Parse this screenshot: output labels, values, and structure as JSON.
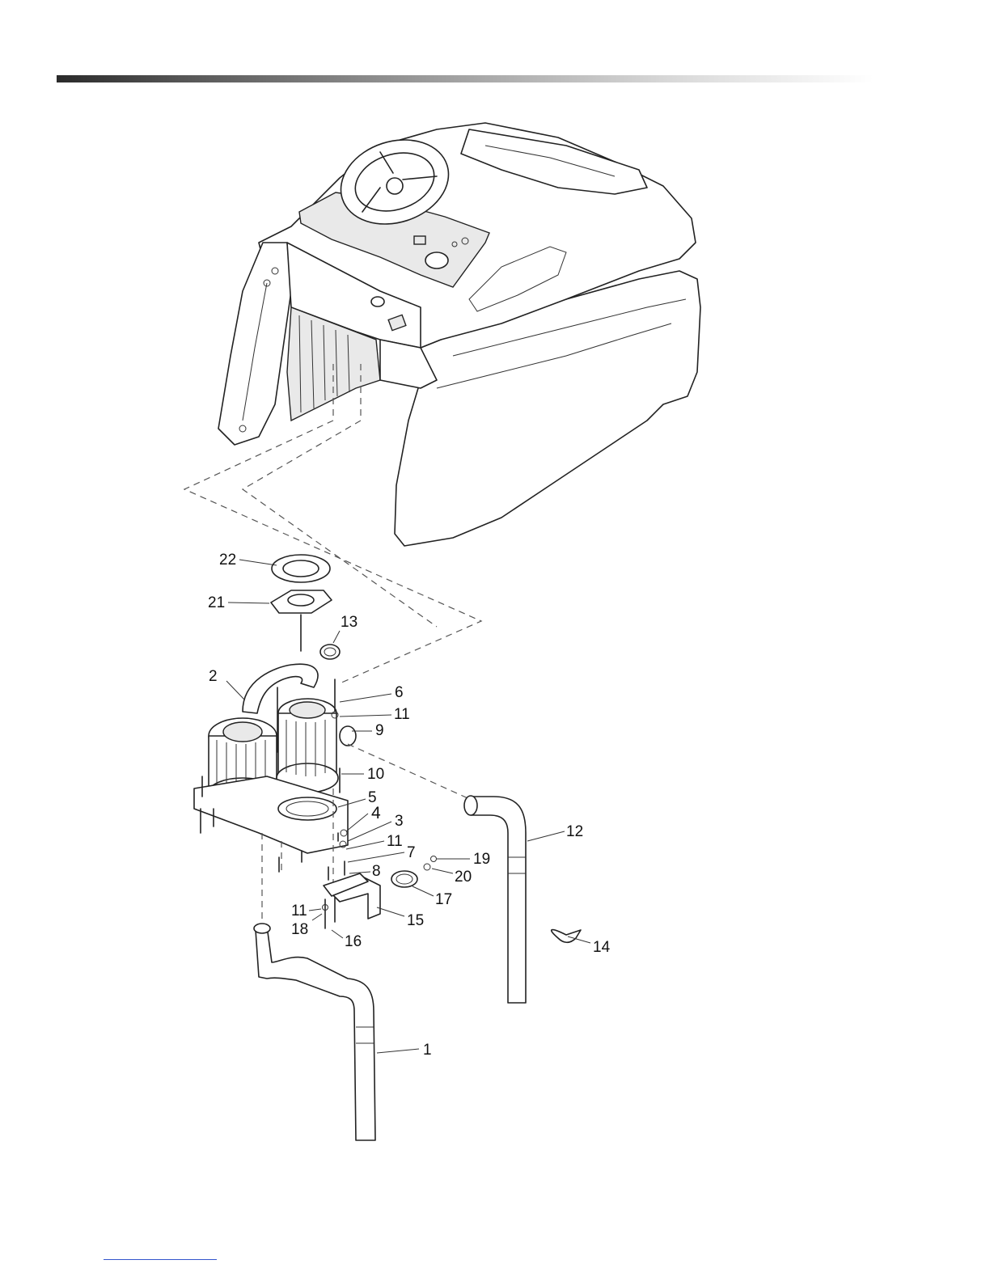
{
  "callouts": [
    {
      "num": "22"
    },
    {
      "num": "21"
    },
    {
      "num": "13"
    },
    {
      "num": "2"
    },
    {
      "num": "6"
    },
    {
      "num": "11"
    },
    {
      "num": "9"
    },
    {
      "num": "10"
    },
    {
      "num": "5"
    },
    {
      "num": "4"
    },
    {
      "num": "3"
    },
    {
      "num": "11"
    },
    {
      "num": "7"
    },
    {
      "num": "8"
    },
    {
      "num": "19"
    },
    {
      "num": "20"
    },
    {
      "num": "17"
    },
    {
      "num": "15"
    },
    {
      "num": "11"
    },
    {
      "num": "18"
    },
    {
      "num": "16"
    },
    {
      "num": "12"
    },
    {
      "num": "14"
    },
    {
      "num": "1"
    }
  ],
  "colors": {
    "header_bar_start": "#2a2a2a",
    "header_bar_end": "#ffffff",
    "footer_rule": "#3355cc",
    "line": "#222222"
  }
}
